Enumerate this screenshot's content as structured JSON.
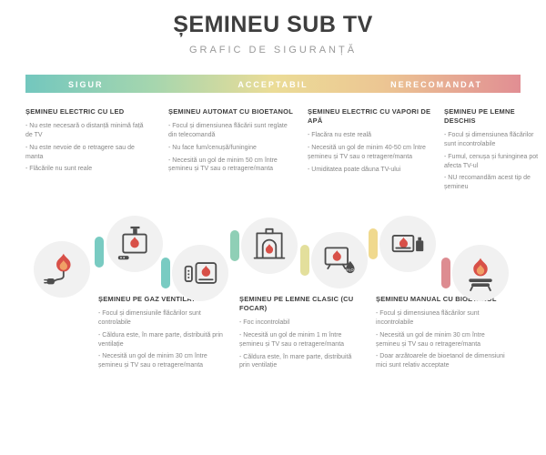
{
  "header": {
    "title": "ȘEMINEU SUB TV",
    "subtitle": "GRAFIC DE SIGURANȚĂ"
  },
  "scale": {
    "safe": "SIGUR",
    "acceptable": "ACCEPTABIL",
    "not_recommended": "NERECOMANDAT",
    "gradient_colors": [
      "#73c7be",
      "#a6d6ae",
      "#ebdc97",
      "#ecc693",
      "#e18e93"
    ]
  },
  "items": [
    {
      "title": "ȘEMINEU ELECTRIC CU LED",
      "column": "top",
      "icon": "plug-flame-icon",
      "bullets": [
        "- Nu este necesară o distanță minimă față de TV",
        "- Nu este nevoie de o retragere sau de manta",
        "- Flăcările nu sunt reale"
      ]
    },
    {
      "title": "ȘEMINEU PE GAZ VENTILAT",
      "column": "bottom",
      "icon": "vented-gas-fireplace-icon",
      "pill_color": "#79cbc2",
      "bullets": [
        "- Focul și dimensiunile flăcărilor sunt controlabile",
        "- Căldura este, în mare parte, distribuită prin ventilație",
        "- Necesită un gol de minim 30 cm între șemineu și TV sau o retragere/manta"
      ]
    },
    {
      "title": "ȘEMINEU AUTOMAT CU BIOETANOL",
      "column": "top",
      "icon": "remote-fireplace-icon",
      "pill_color": "#79cbc2",
      "bullets": [
        "- Focul și dimensiunea flăcării sunt reglate din telecomandă",
        "- Nu face fum/cenușă/funingine",
        "- Necesită un gol de minim 50 cm între șemineu și TV sau o retragere/manta"
      ]
    },
    {
      "title": "ȘEMINEU PE LEMNE CLASIC (CU FOCAR)",
      "column": "bottom",
      "icon": "classic-wood-fireplace-icon",
      "pill_color": "#8fcfb6",
      "bullets": [
        "- Foc incontrolabil",
        "- Necesită un gol de minim 1 m între șemineu și TV sau o retragere/manta",
        "- Căldura este, în mare parte, distribuită prin ventilație"
      ]
    },
    {
      "title": "ȘEMINEU ELECTRIC CU VAPORI DE APĂ",
      "column": "top",
      "icon": "water-vapor-fireplace-icon",
      "icon_label": "H₂O",
      "pill_color": "#e3df9c",
      "bullets": [
        "- Flacăra nu este reală",
        "- Necesită un gol de minim 40-50 cm între șemineu și TV sau o retragere/manta",
        "- Umiditatea poate dăuna TV-ului"
      ]
    },
    {
      "title": "ȘEMINEU MANUAL CU BIOETANOL",
      "column": "bottom",
      "icon": "manual-bioethanol-fireplace-icon",
      "pill_color": "#f0d98e",
      "bullets": [
        "- Focul și dimensiunea flăcărilor sunt incontrolabile",
        "- Necesită un gol de minim 30 cm între șemineu și TV sau o retragere/manta",
        "- Doar arzătoarele de bioetanol de dimensiuni mici sunt relativ acceptate"
      ]
    },
    {
      "title": "ȘEMINEU PE LEMNE DESCHIS",
      "column": "top",
      "icon": "open-wood-fireplace-icon",
      "pill_color": "#dd8c91",
      "bullets": [
        "- Focul și dimensiunea flăcărilor sunt incontrolabile",
        "- Fumul, cenușa și funinginea pot afecta TV-ul",
        "- NU recomandăm acest tip de șemineu"
      ]
    }
  ]
}
